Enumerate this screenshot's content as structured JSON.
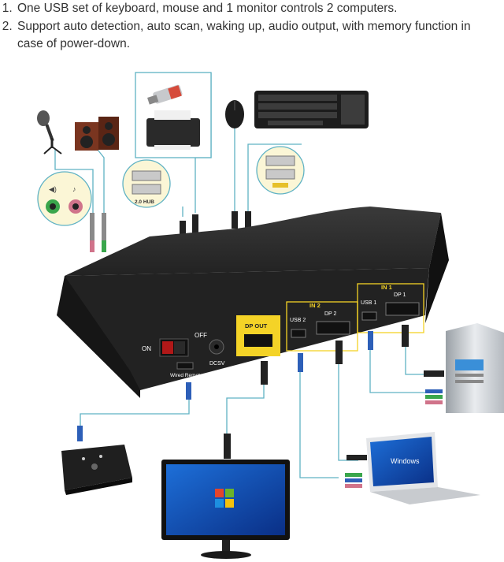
{
  "features": [
    "One USB set of keyboard, mouse and 1 monitor controls 2 computers.",
    "Support auto detection, auto scan, waking up, audio output, with memory function in case of power-down."
  ],
  "device_labels": {
    "on": "ON",
    "off": "OFF",
    "dcsv": "DCSV",
    "wired_remote": "Wired Remote",
    "dp_out": "DP OUT",
    "in2": "IN 2",
    "usb2": "USB 2",
    "dp2": "DP 2",
    "in1": "IN 1",
    "usb1": "USB 1",
    "dp1": "DP 1",
    "hub": "2.0 HUB",
    "laptop_os": "Windows"
  },
  "colors": {
    "device_body": "#262626",
    "port_highlight": "#f4d327",
    "callout_bg": "#fbf6d6",
    "cable_line": "#5fb2c4",
    "audio_green": "#3aa64c",
    "audio_pink": "#d0738a",
    "usb_blue": "#2d5fb8"
  }
}
